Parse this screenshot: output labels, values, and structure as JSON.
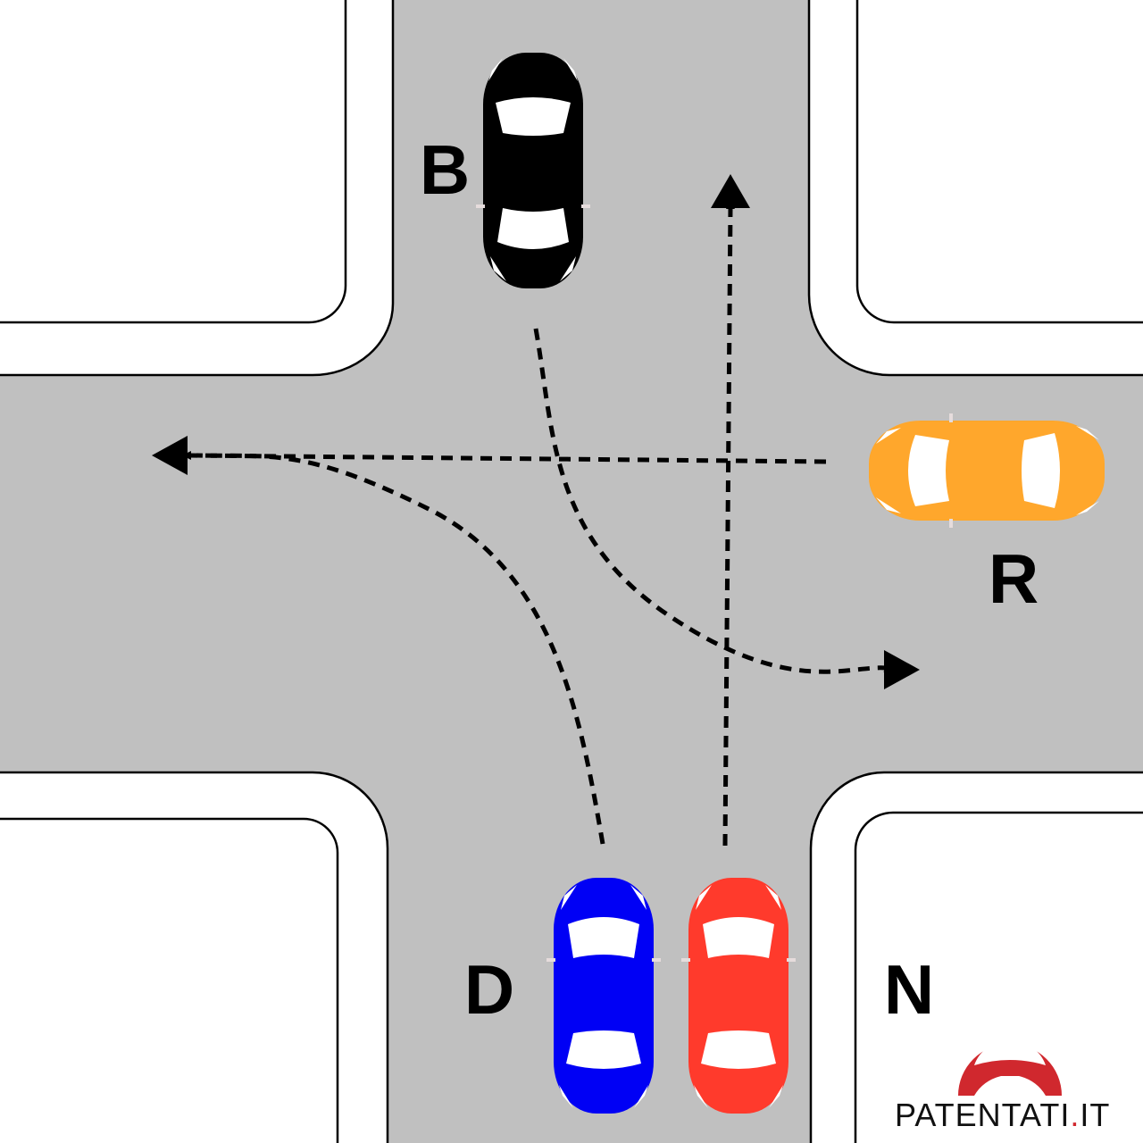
{
  "labels": {
    "b": "B",
    "r": "R",
    "d": "D",
    "n": "N"
  },
  "logo": {
    "name_main": "PATENTATI",
    "name_dot": ".",
    "name_tld": "IT"
  },
  "colors": {
    "road": "#c0c0c0",
    "car_b": "#000000",
    "car_r": "#ffa72c",
    "car_d": "#0000f5",
    "car_n": "#ff3a2c",
    "logo_red": "#d0282e"
  }
}
